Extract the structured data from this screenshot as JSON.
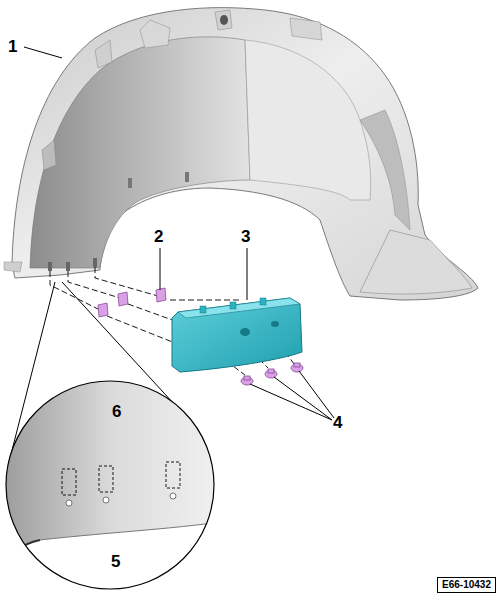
{
  "diagram": {
    "nodes": [
      {
        "text": [
          "E66-10432"
        ]
      }
    ],
    "labels": [
      "1",
      "2",
      "3",
      "4",
      "6",
      "5"
    ]
  }
}
